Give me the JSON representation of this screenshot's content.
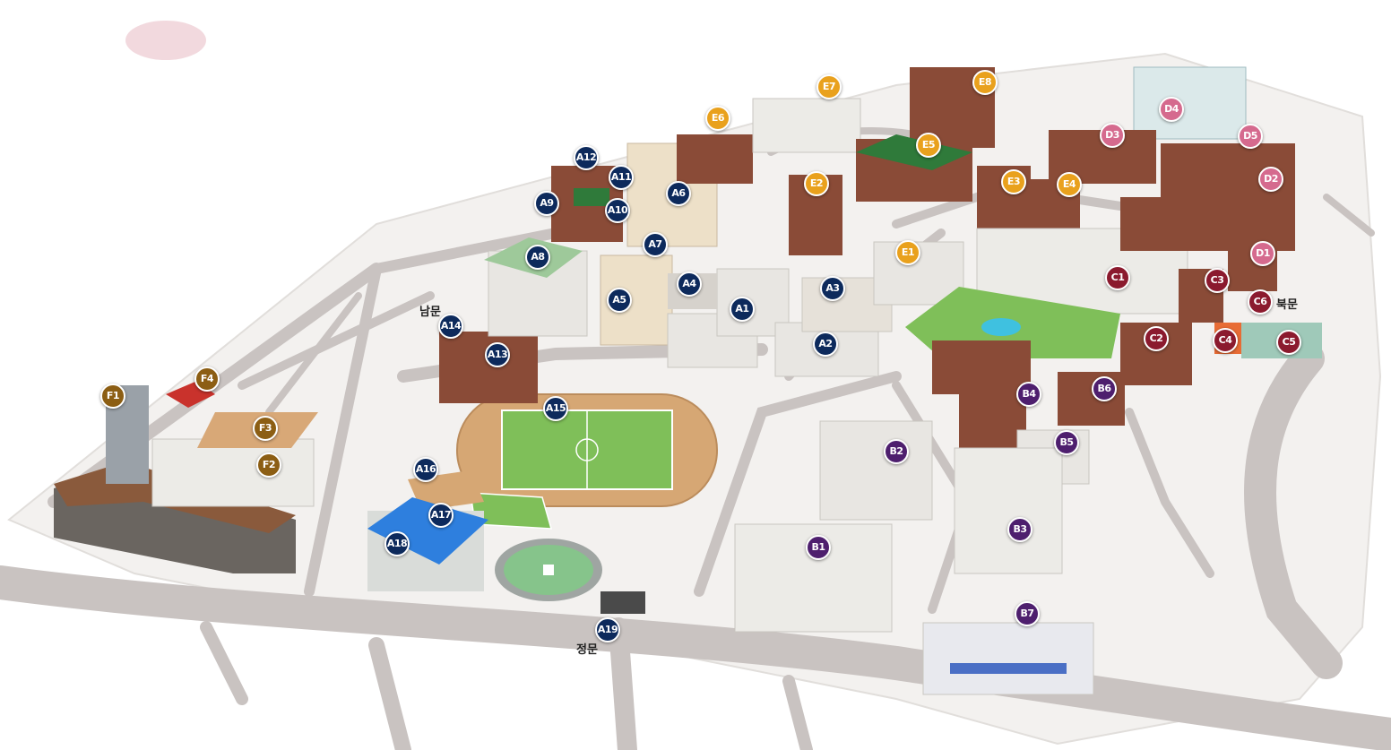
{
  "colors": {
    "A": "#0d2a5c",
    "B": "#4e1f6e",
    "C": "#8b1a2e",
    "D": "#d56a8e",
    "E": "#e9a11d",
    "F": "#8c5e14",
    "road": "#c9c3c1",
    "ground": "#f3f1ef",
    "brick": "#8a4b37",
    "field": "#7fbf59",
    "track": "#d6a774"
  },
  "markers": {
    "A1": "A1",
    "A2": "A2",
    "A3": "A3",
    "A4": "A4",
    "A5": "A5",
    "A6": "A6",
    "A7": "A7",
    "A8": "A8",
    "A9": "A9",
    "A10": "A10",
    "A11": "A11",
    "A12": "A12",
    "A13": "A13",
    "A14": "A14",
    "A15": "A15",
    "A16": "A16",
    "A17": "A17",
    "A18": "A18",
    "A19": "A19",
    "B1": "B1",
    "B2": "B2",
    "B3": "B3",
    "B4": "B4",
    "B5": "B5",
    "B6": "B6",
    "B7": "B7",
    "C1": "C1",
    "C2": "C2",
    "C3": "C3",
    "C4": "C4",
    "C5": "C5",
    "C6": "C6",
    "D1": "D1",
    "D2": "D2",
    "D3": "D3",
    "D4": "D4",
    "D5": "D5",
    "E1": "E1",
    "E2": "E2",
    "E3": "E3",
    "E4": "E4",
    "E5": "E5",
    "E6": "E6",
    "E7": "E7",
    "E8": "E8",
    "F1": "F1",
    "F2": "F2",
    "F3": "F3",
    "F4": "F4"
  },
  "gates": {
    "south": "남문",
    "north": "북문",
    "main": "정문"
  }
}
